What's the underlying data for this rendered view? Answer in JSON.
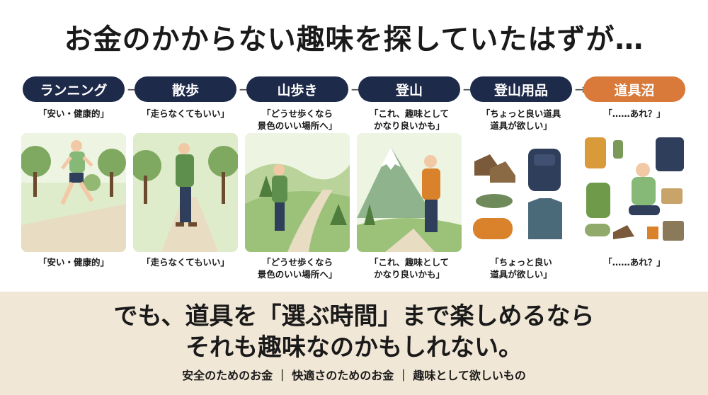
{
  "title": "お金のかからない趣味を探していたはずが…",
  "stages": [
    {
      "label": "ランニング",
      "quote_top": "「安い・健康的」",
      "quote_bottom": "「安い・健康的」",
      "color": "#1e2a4a"
    },
    {
      "label": "散歩",
      "quote_top": "「走らなくてもいい」",
      "quote_bottom": "「走らなくてもいい」",
      "color": "#1e2a4a"
    },
    {
      "label": "山歩き",
      "quote_top": "「どうせ歩くなら\n景色のいい場所へ」",
      "quote_bottom": "「どうせ歩くなら\n景色のいい場所へ」",
      "color": "#1e2a4a"
    },
    {
      "label": "登山",
      "quote_top": "「これ、趣味として\nかなり良いかも」",
      "quote_bottom": "「これ、趣味として\nかなり良いかも」",
      "color": "#1e2a4a"
    },
    {
      "label": "登山用品",
      "quote_top": "「ちょっと良い道具\n道具が欲しい」",
      "quote_bottom": "「ちょっと良い\n道具が欲しい」",
      "color": "#1e2a4a"
    },
    {
      "label": "道具沼",
      "quote_top": "「……あれ？」",
      "quote_bottom": "「……あれ？」",
      "color": "#d9793a"
    }
  ],
  "arrow": "→",
  "main_message": {
    "line1": "でも、道具を「選ぶ時間」まで楽しめるなら",
    "line2": "それも趣味なのかもしれない。"
  },
  "footnote": "安全のためのお金 ｜ 快適さのためのお金 ｜ 趣味として欲しいもの",
  "colors": {
    "pill_dark": "#1e2a4a",
    "pill_accent": "#d9793a",
    "bottom_bg": "#f1e7d6"
  }
}
